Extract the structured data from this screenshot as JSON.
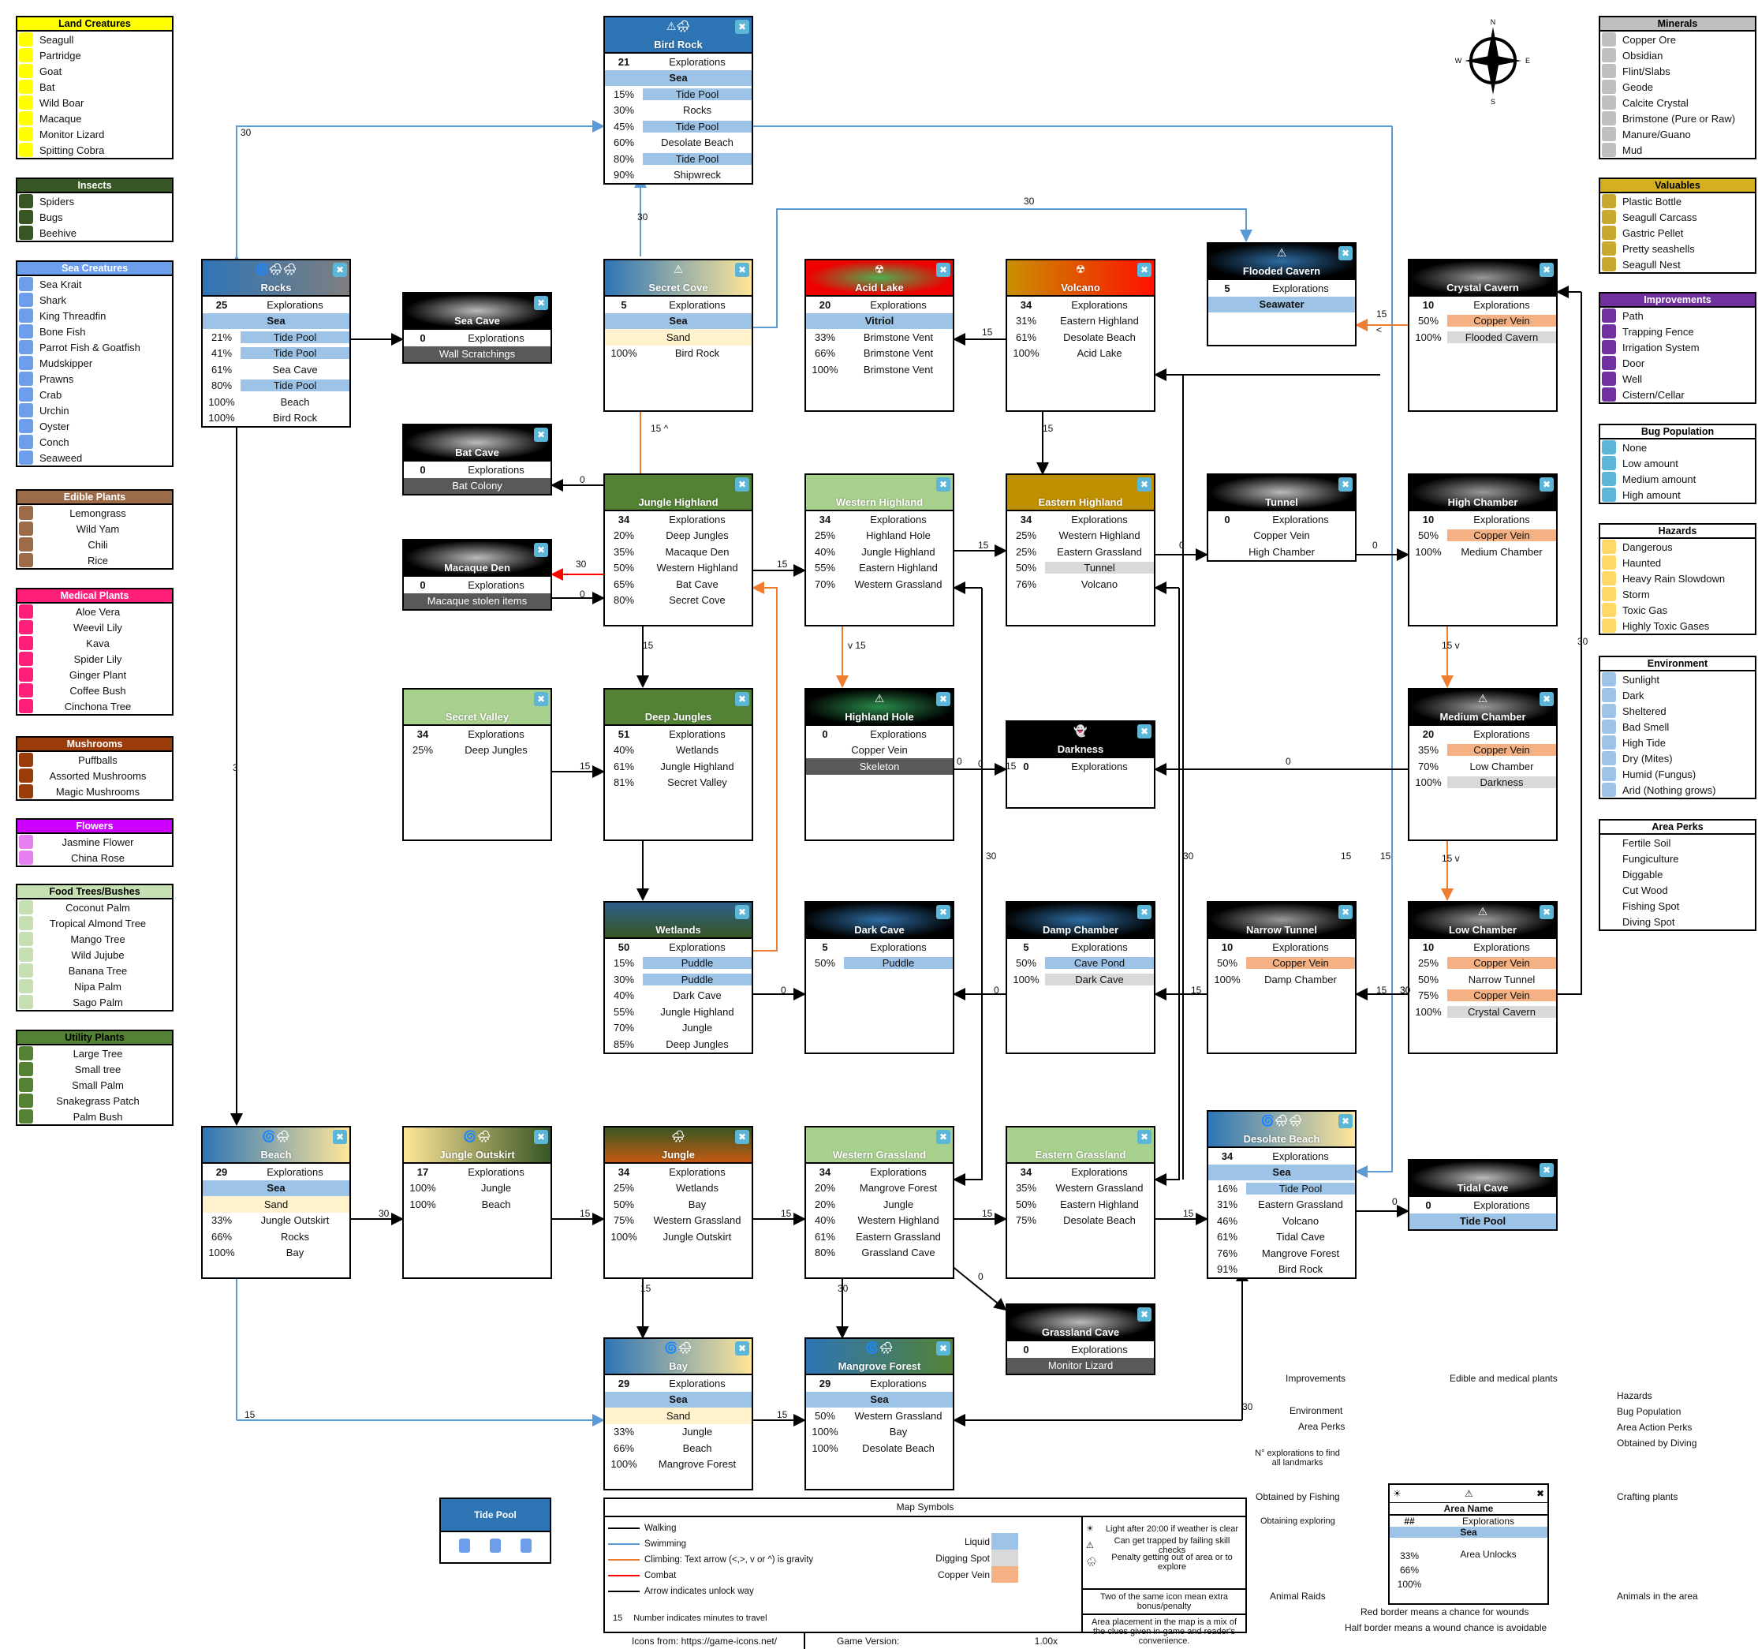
{
  "legends": {
    "land_creatures": {
      "title": "Land Creatures",
      "color": "#ffff00",
      "items": [
        "Seagull",
        "Partridge",
        "Goat",
        "Bat",
        "Wild Boar",
        "Macaque",
        "Monitor Lizard",
        "Spitting Cobra"
      ]
    },
    "insects": {
      "title": "Insects",
      "color": "#375623",
      "items": [
        "Spiders",
        "Bugs",
        "Beehive"
      ]
    },
    "sea_creatures": {
      "title": "Sea Creatures",
      "color": "#6d9eeb",
      "items": [
        "Sea Krait",
        "Shark",
        "King Threadfin",
        "Bone Fish",
        "Parrot Fish & Goatfish",
        "Mudskipper",
        "Prawns",
        "Crab",
        "Urchin",
        "Oyster",
        "Conch",
        "Seaweed"
      ]
    },
    "edible_plants": {
      "title": "Edible Plants",
      "color": "#9c6b4a",
      "items": [
        "Lemongrass",
        "Wild Yam",
        "Chili",
        "Rice"
      ]
    },
    "medical_plants": {
      "title": "Medical Plants",
      "color": "#ff1f7a",
      "items": [
        "Aloe Vera",
        "Weevil Lily",
        "Kava",
        "Spider Lily",
        "Ginger Plant",
        "Coffee Bush",
        "Cinchona Tree"
      ]
    },
    "mushrooms": {
      "title": "Mushrooms",
      "color": "#9a3b0a",
      "items": [
        "Puffballs",
        "Assorted Mushrooms",
        "Magic Mushrooms"
      ]
    },
    "flowers": {
      "title": "Flowers",
      "color": "#cc00ff",
      "items": [
        "Jasmine Flower",
        "China Rose"
      ]
    },
    "food_trees": {
      "title": "Food Trees/Bushes",
      "color": "#c6e0b4",
      "items": [
        "Coconut Palm",
        "Tropical Almond Tree",
        "Mango Tree",
        "Wild Jujube",
        "Banana Tree",
        "Nipa Palm",
        "Sago Palm"
      ]
    },
    "utility_plants": {
      "title": "Utility Plants",
      "color": "#548235",
      "items": [
        "Large Tree",
        "Small tree",
        "Small Palm",
        "Snakegrass Patch",
        "Palm Bush"
      ]
    },
    "minerals": {
      "title": "Minerals",
      "color": "#bfbfbf",
      "items": [
        "Copper Ore",
        "Obsidian",
        "Flint/Slabs",
        "Geode",
        "Calcite Crystal",
        "Brimstone (Pure or Raw)",
        "Manure/Guano",
        "Mud"
      ]
    },
    "valuables": {
      "title": "Valuables",
      "color": "#d4b020",
      "items": [
        "Plastic Bottle",
        "Seagull Carcass",
        "Gastric Pellet",
        "Pretty seashells",
        "Seagull Nest"
      ]
    },
    "improvements": {
      "title": "Improvements",
      "color": "#7030a0",
      "items": [
        "Path",
        "Trapping Fence",
        "Irrigation System",
        "Door",
        "Well",
        "Cistern/Cellar"
      ]
    },
    "bug_population": {
      "title": "Bug Population",
      "color": "#ffffff",
      "items": [
        "None",
        "Low amount",
        "Medium amount",
        "High amount"
      ]
    },
    "hazards": {
      "title": "Hazards",
      "color": "#ffffff",
      "items": [
        "Dangerous",
        "Haunted",
        "Heavy Rain Slowdown",
        "Storm",
        "Toxic Gas",
        "Highly Toxic Gases"
      ]
    },
    "environment": {
      "title": "Environment",
      "color": "#ffffff",
      "items": [
        "Sunlight",
        "Dark",
        "Sheltered",
        "Bad Smell",
        "High Tide",
        "Dry (Mites)",
        "Humid (Fungus)",
        "Arid (Nothing grows)"
      ]
    },
    "area_perks": {
      "title": "Area Perks",
      "color": "#ffffff",
      "items": [
        "Fertile Soil",
        "Fungiculture",
        "Diggable",
        "Cut Wood",
        "Fishing Spot",
        "Diving Spot"
      ]
    }
  },
  "compass": {
    "n": "N",
    "s": "S",
    "e": "E",
    "w": "W"
  },
  "areas": {
    "bird_rock": {
      "name": "Bird Rock",
      "explorations": "21",
      "rows": [
        {
          "t": "Sea",
          "k": "liquid full"
        },
        {
          "p": "15%",
          "t": "Tide Pool",
          "k": "liquid"
        },
        {
          "p": "30%",
          "t": "Rocks"
        },
        {
          "p": "45%",
          "t": "Tide Pool",
          "k": "liquid"
        },
        {
          "p": "60%",
          "t": "Desolate Beach"
        },
        {
          "p": "80%",
          "t": "Tide Pool",
          "k": "liquid"
        },
        {
          "p": "90%",
          "t": "Shipwreck"
        }
      ]
    },
    "rocks": {
      "name": "Rocks",
      "explorations": "25",
      "rows": [
        {
          "t": "Sea",
          "k": "liquid full"
        },
        {
          "p": "21%",
          "t": "Tide Pool",
          "k": "liquid"
        },
        {
          "p": "41%",
          "t": "Tide Pool",
          "k": "liquid"
        },
        {
          "p": "61%",
          "t": "Sea Cave"
        },
        {
          "p": "80%",
          "t": "Tide Pool",
          "k": "liquid"
        },
        {
          "p": "100%",
          "t": "Beach"
        },
        {
          "p": "100%",
          "t": "Bird Rock"
        }
      ]
    },
    "sea_cave": {
      "name": "Sea Cave",
      "explorations": "0",
      "rows": [
        {
          "t": "Wall Scratchings",
          "k": "dark full"
        }
      ]
    },
    "secret_cove": {
      "name": "Secret Cove",
      "explorations": "5",
      "rows": [
        {
          "t": "Sea",
          "k": "liquid full"
        },
        {
          "t": "Sand",
          "k": "sand full"
        },
        {
          "p": "100%",
          "t": "Bird Rock"
        }
      ]
    },
    "acid_lake": {
      "name": "Acid Lake",
      "explorations": "20",
      "rows": [
        {
          "t": "Vitriol",
          "k": "liquid full"
        },
        {
          "p": "33%",
          "t": "Brimstone Vent"
        },
        {
          "p": "66%",
          "t": "Brimstone Vent"
        },
        {
          "p": "100%",
          "t": "Brimstone Vent"
        }
      ]
    },
    "volcano": {
      "name": "Volcano",
      "explorations": "34",
      "rows": [
        {
          "p": "31%",
          "t": "Eastern Highland"
        },
        {
          "p": "61%",
          "t": "Desolate Beach"
        },
        {
          "p": "100%",
          "t": "Acid Lake"
        }
      ]
    },
    "flooded_cavern": {
      "name": "Flooded Cavern",
      "explorations": "5",
      "rows": [
        {
          "t": "Seawater",
          "k": "liquid full"
        }
      ]
    },
    "crystal_cavern": {
      "name": "Crystal Cavern",
      "explorations": "10",
      "rows": [
        {
          "p": "50%",
          "t": "Copper Vein",
          "k": "copper"
        },
        {
          "p": "100%",
          "t": "Flooded Cavern",
          "k": "dig"
        }
      ]
    },
    "bat_cave": {
      "name": "Bat Cave",
      "explorations": "0",
      "rows": [
        {
          "t": "Bat Colony",
          "k": "dark full"
        }
      ]
    },
    "macaque_den": {
      "name": "Macaque Den",
      "explorations": "0",
      "rows": [
        {
          "t": "Macaque stolen items",
          "k": "dark full"
        }
      ]
    },
    "jungle_highland": {
      "name": "Jungle Highland",
      "explorations": "34",
      "rows": [
        {
          "p": "20%",
          "t": "Deep Jungles"
        },
        {
          "p": "35%",
          "t": "Macaque Den"
        },
        {
          "p": "50%",
          "t": "Western Highland"
        },
        {
          "p": "65%",
          "t": "Bat Cave"
        },
        {
          "p": "80%",
          "t": "Secret Cove"
        }
      ]
    },
    "western_highland": {
      "name": "Western Highland",
      "explorations": "34",
      "rows": [
        {
          "p": "25%",
          "t": "Highland Hole"
        },
        {
          "p": "40%",
          "t": "Jungle Highland"
        },
        {
          "p": "55%",
          "t": "Eastern Highland"
        },
        {
          "p": "70%",
          "t": "Western Grassland"
        }
      ]
    },
    "eastern_highland": {
      "name": "Eastern Highland",
      "explorations": "34",
      "rows": [
        {
          "p": "25%",
          "t": "Western Highland"
        },
        {
          "p": "25%",
          "t": "Eastern Grassland"
        },
        {
          "p": "50%",
          "t": "Tunnel",
          "k": "dig"
        },
        {
          "p": "76%",
          "t": "Volcano"
        }
      ]
    },
    "tunnel": {
      "name": "Tunnel",
      "explorations": "0",
      "rows": [
        {
          "t": "Copper Vein",
          "k": "copper full"
        },
        {
          "t": "High Chamber",
          "k": "dig full"
        }
      ]
    },
    "high_chamber": {
      "name": "High Chamber",
      "explorations": "10",
      "rows": [
        {
          "p": "50%",
          "t": "Copper Vein",
          "k": "copper"
        },
        {
          "p": "100%",
          "t": "Medium Chamber"
        }
      ]
    },
    "secret_valley": {
      "name": "Secret Valley",
      "explorations": "34",
      "rows": [
        {
          "p": "25%",
          "t": "Deep Jungles"
        }
      ]
    },
    "deep_jungles": {
      "name": "Deep Jungles",
      "explorations": "51",
      "rows": [
        {
          "p": "40%",
          "t": "Wetlands"
        },
        {
          "p": "61%",
          "t": "Jungle Highland"
        },
        {
          "p": "81%",
          "t": "Secret Valley"
        }
      ]
    },
    "highland_hole": {
      "name": "Highland Hole",
      "explorations": "0",
      "rows": [
        {
          "t": "Copper Vein",
          "k": "copper full"
        },
        {
          "t": "Skeleton",
          "k": "dark full"
        }
      ]
    },
    "darkness": {
      "name": "Darkness",
      "explorations": "0",
      "rows": []
    },
    "medium_chamber": {
      "name": "Medium Chamber",
      "explorations": "20",
      "rows": [
        {
          "p": "35%",
          "t": "Copper Vein",
          "k": "copper"
        },
        {
          "p": "70%",
          "t": "Low Chamber"
        },
        {
          "p": "100%",
          "t": "Darkness",
          "k": "dig"
        }
      ]
    },
    "wetlands": {
      "name": "Wetlands",
      "explorations": "50",
      "rows": [
        {
          "p": "15%",
          "t": "Puddle",
          "k": "liquid"
        },
        {
          "p": "30%",
          "t": "Puddle",
          "k": "liquid"
        },
        {
          "p": "40%",
          "t": "Dark Cave"
        },
        {
          "p": "55%",
          "t": "Jungle Highland"
        },
        {
          "p": "70%",
          "t": "Jungle"
        },
        {
          "p": "85%",
          "t": "Deep Jungles"
        }
      ]
    },
    "dark_cave": {
      "name": "Dark Cave",
      "explorations": "5",
      "rows": [
        {
          "p": "50%",
          "t": "Puddle",
          "k": "liquid"
        }
      ]
    },
    "damp_chamber": {
      "name": "Damp Chamber",
      "explorations": "5",
      "rows": [
        {
          "p": "50%",
          "t": "Cave Pond",
          "k": "liquid"
        },
        {
          "p": "100%",
          "t": "Dark Cave",
          "k": "dig"
        }
      ]
    },
    "narrow_tunnel": {
      "name": "Narrow Tunnel",
      "explorations": "10",
      "rows": [
        {
          "p": "50%",
          "t": "Copper Vein",
          "k": "copper"
        },
        {
          "p": "100%",
          "t": "Damp Chamber"
        }
      ]
    },
    "low_chamber": {
      "name": "Low Chamber",
      "explorations": "10",
      "rows": [
        {
          "p": "25%",
          "t": "Copper Vein",
          "k": "copper"
        },
        {
          "p": "50%",
          "t": "Narrow Tunnel"
        },
        {
          "p": "75%",
          "t": "Copper Vein",
          "k": "copper"
        },
        {
          "p": "100%",
          "t": "Crystal Cavern",
          "k": "dig"
        }
      ]
    },
    "beach": {
      "name": "Beach",
      "explorations": "29",
      "rows": [
        {
          "t": "Sea",
          "k": "liquid full"
        },
        {
          "t": "Sand",
          "k": "sand full"
        },
        {
          "p": "33%",
          "t": "Jungle Outskirt"
        },
        {
          "p": "66%",
          "t": "Rocks"
        },
        {
          "p": "100%",
          "t": "Bay"
        }
      ]
    },
    "jungle_outskirt": {
      "name": "Jungle Outskirt",
      "explorations": "17",
      "rows": [
        {
          "p": "100%",
          "t": "Jungle"
        },
        {
          "p": "100%",
          "t": "Beach"
        }
      ]
    },
    "jungle": {
      "name": "Jungle",
      "explorations": "34",
      "rows": [
        {
          "p": "25%",
          "t": "Wetlands"
        },
        {
          "p": "50%",
          "t": "Bay"
        },
        {
          "p": "75%",
          "t": "Western Grassland"
        },
        {
          "p": "100%",
          "t": "Jungle Outskirt"
        }
      ]
    },
    "western_grassland": {
      "name": "Western Grassland",
      "explorations": "34",
      "rows": [
        {
          "p": "20%",
          "t": "Mangrove Forest"
        },
        {
          "p": "20%",
          "t": "Jungle"
        },
        {
          "p": "40%",
          "t": "Western Highland"
        },
        {
          "p": "61%",
          "t": "Eastern Grassland"
        },
        {
          "p": "80%",
          "t": "Grassland Cave"
        }
      ]
    },
    "eastern_grassland": {
      "name": "Eastern Grassland",
      "explorations": "34",
      "rows": [
        {
          "p": "35%",
          "t": "Western Grassland"
        },
        {
          "p": "50%",
          "t": "Eastern Highland"
        },
        {
          "p": "75%",
          "t": "Desolate Beach"
        }
      ]
    },
    "desolate_beach": {
      "name": "Desolate Beach",
      "explorations": "34",
      "rows": [
        {
          "t": "Sea",
          "k": "liquid full"
        },
        {
          "p": "16%",
          "t": "Tide Pool",
          "k": "liquid"
        },
        {
          "p": "31%",
          "t": "Eastern Grassland"
        },
        {
          "p": "46%",
          "t": "Volcano"
        },
        {
          "p": "61%",
          "t": "Tidal Cave"
        },
        {
          "p": "76%",
          "t": "Mangrove Forest"
        },
        {
          "p": "91%",
          "t": "Bird Rock"
        }
      ]
    },
    "tidal_cave": {
      "name": "Tidal Cave",
      "explorations": "0",
      "rows": [
        {
          "t": "Tide Pool",
          "k": "liquid full"
        }
      ]
    },
    "grassland_cave": {
      "name": "Grassland Cave",
      "explorations": "0",
      "rows": [
        {
          "t": "Monitor Lizard",
          "k": "dark full"
        }
      ]
    },
    "bay": {
      "name": "Bay",
      "explorations": "29",
      "rows": [
        {
          "t": "Sea",
          "k": "liquid full"
        },
        {
          "t": "Sand",
          "k": "sand full"
        },
        {
          "p": "33%",
          "t": "Jungle"
        },
        {
          "p": "66%",
          "t": "Beach"
        },
        {
          "p": "100%",
          "t": "Mangrove Forest"
        }
      ]
    },
    "mangrove_forest": {
      "name": "Mangrove Forest",
      "explorations": "29",
      "rows": [
        {
          "t": "Sea",
          "k": "liquid full"
        },
        {
          "p": "50%",
          "t": "Western Grassland"
        },
        {
          "p": "100%",
          "t": "Bay"
        },
        {
          "p": "100%",
          "t": "Desolate Beach"
        }
      ]
    }
  },
  "explorations_label": "Explorations",
  "tide_pool_box": {
    "title": "Tide Pool"
  },
  "map_symbols": {
    "title": "Map Symbols",
    "lines": [
      "Walking",
      "Swimming",
      "Climbing: Text arrow (<,>, v  or ^) is gravity",
      "Combat",
      "Arrow indicates unlock way"
    ],
    "travel_number": "15",
    "travel_text": "Number indicates minutes to travel",
    "swatches": [
      "Liquid",
      "Digging Spot",
      "Copper Vein"
    ],
    "notes": [
      "Light after 20:00 if weather is clear",
      "Can get trapped by failing skill checks",
      "Penalty getting out of area or to explore"
    ],
    "two_icons": "Two of the same icon mean extra bonus/penalty",
    "placement": "Area placement in the map is a mix of the clues given in-game and reader's convenience.",
    "icons_from": "Icons from: https://game-icons.net/",
    "version_label": "Game Version:",
    "version": "1.00x"
  },
  "key_diagram": {
    "area_name": "Area Name",
    "explorations": "##",
    "exp_label": "Explorations",
    "sea": "Sea",
    "area_unlocks": "Area Unlocks",
    "pcts": [
      "33%",
      "66%",
      "100%"
    ],
    "labels": {
      "improvements": "Improvements",
      "edible_medical": "Edible and medical plants",
      "hazards": "Hazards",
      "bug_population": "Bug Population",
      "area_action_perks": "Area Action Perks",
      "obtained_diving": "Obtained by Diving",
      "environment": "Environment",
      "area_perks": "Area Perks",
      "n_explorations": "N° explorations to find all landmarks",
      "obtained_fishing": "Obtained by Fishing",
      "obtaining_exploring": "Obtaining exploring",
      "crafting_plants": "Crafting plants",
      "animal_raids": "Animal Raids",
      "animals_in_area": "Animals in the area",
      "red_border": "Red border means a chance for wounds",
      "half_border": "Half border means a wound chance is avoidable"
    }
  },
  "edge_labels": [
    "30",
    "30",
    "30",
    "15",
    "15",
    "15 ^",
    "0",
    "30",
    "0",
    "15",
    "15",
    "0",
    "0",
    "15",
    "15",
    "15",
    "v 15",
    "15 v",
    "15 v",
    "0",
    "0",
    "15",
    "15",
    "0",
    "0",
    "15",
    "30",
    "30",
    "30",
    "15",
    "3",
    "30",
    "15",
    "15",
    "15",
    "0",
    "15",
    "15",
    "30",
    "15",
    "30",
    "0",
    "15",
    "<",
    "0",
    "30",
    "15",
    "30"
  ]
}
